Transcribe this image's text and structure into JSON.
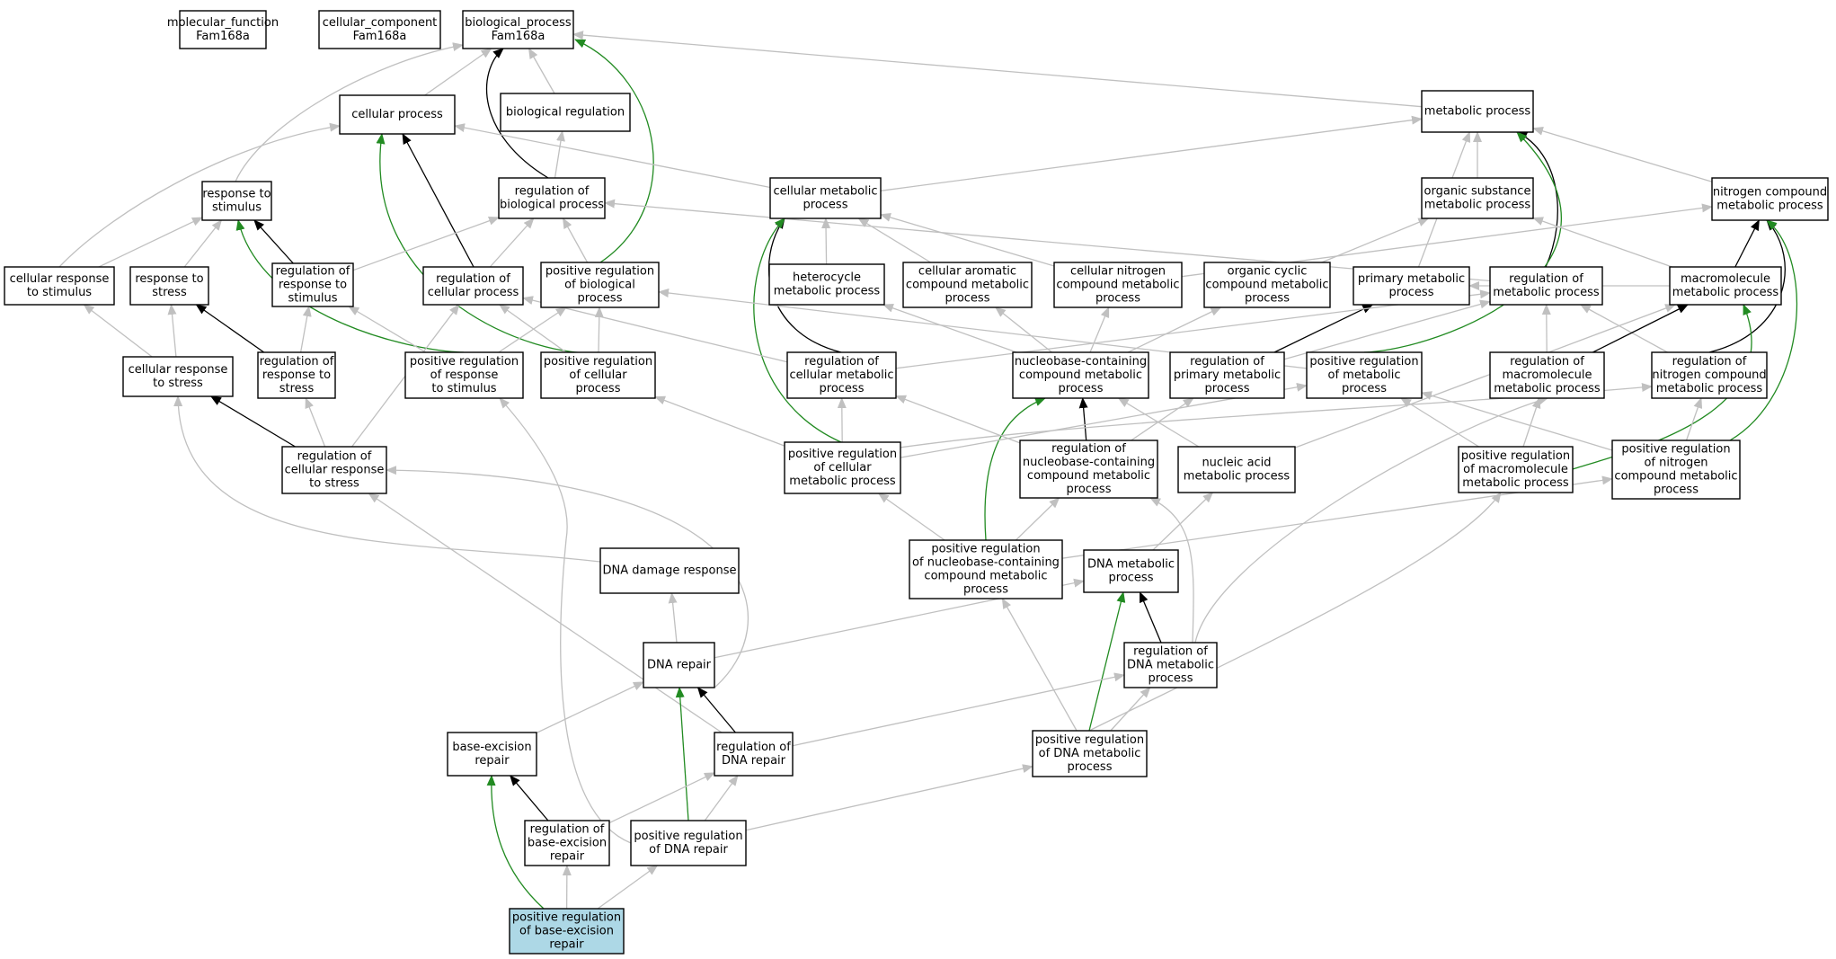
{
  "colors": {
    "is_a": "#c0c0c0",
    "part_of": "#000000",
    "positively_regulates": "#228b22",
    "highlight_fill": "#add8e6"
  },
  "nodes": [
    {
      "id": "mf",
      "lines": [
        "molecular_function",
        "Fam168a"
      ]
    },
    {
      "id": "cc",
      "lines": [
        "cellular_component",
        "Fam168a"
      ]
    },
    {
      "id": "bp",
      "lines": [
        "biological_process",
        "Fam168a"
      ]
    },
    {
      "id": "cp",
      "lines": [
        "cellular process"
      ]
    },
    {
      "id": "breg",
      "lines": [
        "biological regulation"
      ]
    },
    {
      "id": "mp",
      "lines": [
        "metabolic process"
      ]
    },
    {
      "id": "rstim",
      "lines": [
        "response to",
        "stimulus"
      ]
    },
    {
      "id": "rbp",
      "lines": [
        "regulation of",
        "biological process"
      ]
    },
    {
      "id": "cmp",
      "lines": [
        "cellular metabolic",
        "process"
      ]
    },
    {
      "id": "osmp",
      "lines": [
        "organic substance",
        "metabolic process"
      ]
    },
    {
      "id": "ncmp",
      "lines": [
        "nitrogen compound",
        "metabolic process"
      ]
    },
    {
      "id": "crstim",
      "lines": [
        "cellular response",
        "to stimulus"
      ]
    },
    {
      "id": "rstress",
      "lines": [
        "response to",
        "stress"
      ]
    },
    {
      "id": "rrstim",
      "lines": [
        "regulation of",
        "response to",
        "stimulus"
      ]
    },
    {
      "id": "rcp",
      "lines": [
        "regulation of",
        "cellular process"
      ]
    },
    {
      "id": "prbp",
      "lines": [
        "positive regulation",
        "of biological",
        "process"
      ]
    },
    {
      "id": "hmp",
      "lines": [
        "heterocycle",
        "metabolic process"
      ]
    },
    {
      "id": "cacmp",
      "lines": [
        "cellular aromatic",
        "compound metabolic",
        "process"
      ]
    },
    {
      "id": "cncmp",
      "lines": [
        "cellular nitrogen",
        "compound metabolic",
        "process"
      ]
    },
    {
      "id": "occmp",
      "lines": [
        "organic cyclic",
        "compound metabolic",
        "process"
      ]
    },
    {
      "id": "pmp",
      "lines": [
        "primary metabolic",
        "process"
      ]
    },
    {
      "id": "rmp",
      "lines": [
        "regulation of",
        "metabolic process"
      ]
    },
    {
      "id": "mmp",
      "lines": [
        "macromolecule",
        "metabolic process"
      ]
    },
    {
      "id": "crstress",
      "lines": [
        "cellular response",
        "to stress"
      ]
    },
    {
      "id": "rrstress",
      "lines": [
        "regulation of",
        "response to",
        "stress"
      ]
    },
    {
      "id": "prrstim",
      "lines": [
        "positive regulation",
        "of response",
        "to stimulus"
      ]
    },
    {
      "id": "prcp",
      "lines": [
        "positive regulation",
        "of cellular",
        "process"
      ]
    },
    {
      "id": "rcmp",
      "lines": [
        "regulation of",
        "cellular metabolic",
        "process"
      ]
    },
    {
      "id": "nbcmp",
      "lines": [
        "nucleobase-containing",
        "compound metabolic",
        "process"
      ]
    },
    {
      "id": "rpmp",
      "lines": [
        "regulation of",
        "primary metabolic",
        "process"
      ]
    },
    {
      "id": "prmp",
      "lines": [
        "positive regulation",
        "of metabolic",
        "process"
      ]
    },
    {
      "id": "rmmp",
      "lines": [
        "regulation of",
        "macromolecule",
        "metabolic process"
      ]
    },
    {
      "id": "rncmp",
      "lines": [
        "regulation of",
        "nitrogen compound",
        "metabolic process"
      ]
    },
    {
      "id": "rcrstress",
      "lines": [
        "regulation of",
        "cellular response",
        "to stress"
      ]
    },
    {
      "id": "prcmp",
      "lines": [
        "positive regulation",
        "of cellular",
        "metabolic process"
      ]
    },
    {
      "id": "rnbcmp",
      "lines": [
        "regulation of",
        "nucleobase-containing",
        "compound metabolic",
        "process"
      ]
    },
    {
      "id": "namp",
      "lines": [
        "nucleic acid",
        "metabolic process"
      ]
    },
    {
      "id": "prmmp",
      "lines": [
        "positive regulation",
        "of macromolecule",
        "metabolic process"
      ]
    },
    {
      "id": "prncmp",
      "lines": [
        "positive regulation",
        "of nitrogen",
        "compound metabolic",
        "process"
      ]
    },
    {
      "id": "ddr",
      "lines": [
        "DNA damage response"
      ]
    },
    {
      "id": "prnbcmp",
      "lines": [
        "positive regulation",
        "of nucleobase-containing",
        "compound metabolic",
        "process"
      ]
    },
    {
      "id": "dnamp",
      "lines": [
        "DNA metabolic",
        "process"
      ]
    },
    {
      "id": "dnarep",
      "lines": [
        "DNA repair"
      ]
    },
    {
      "id": "rdnamp",
      "lines": [
        "regulation of",
        "DNA metabolic",
        "process"
      ]
    },
    {
      "id": "ber",
      "lines": [
        "base-excision",
        "repair"
      ]
    },
    {
      "id": "rdnarep",
      "lines": [
        "regulation of",
        "DNA repair"
      ]
    },
    {
      "id": "prdnamp",
      "lines": [
        "positive regulation",
        "of DNA metabolic",
        "process"
      ]
    },
    {
      "id": "rber",
      "lines": [
        "regulation of",
        "base-excision",
        "repair"
      ]
    },
    {
      "id": "prdnarep",
      "lines": [
        "positive regulation",
        "of DNA repair"
      ]
    },
    {
      "id": "prber",
      "lines": [
        "positive regulation",
        "of base-excision",
        "repair"
      ],
      "highlight": true
    }
  ],
  "edges": [
    {
      "from": "cp",
      "to": "bp",
      "type": "is_a"
    },
    {
      "from": "breg",
      "to": "bp",
      "type": "is_a"
    },
    {
      "from": "mp",
      "to": "bp",
      "type": "is_a"
    },
    {
      "from": "rstim",
      "to": "bp",
      "type": "is_a"
    },
    {
      "from": "rbp",
      "to": "bp",
      "type": "part_of"
    },
    {
      "from": "prbp",
      "to": "bp",
      "type": "positively_regulates"
    },
    {
      "from": "rbp",
      "to": "breg",
      "type": "is_a"
    },
    {
      "from": "crstim",
      "to": "cp",
      "type": "is_a"
    },
    {
      "from": "cmp",
      "to": "cp",
      "type": "is_a"
    },
    {
      "from": "rcp",
      "to": "cp",
      "type": "part_of"
    },
    {
      "from": "prcp",
      "to": "cp",
      "type": "positively_regulates"
    },
    {
      "from": "cmp",
      "to": "mp",
      "type": "is_a"
    },
    {
      "from": "osmp",
      "to": "mp",
      "type": "is_a"
    },
    {
      "from": "pmp",
      "to": "mp",
      "type": "is_a"
    },
    {
      "from": "ncmp",
      "to": "mp",
      "type": "is_a"
    },
    {
      "from": "rmp",
      "to": "mp",
      "type": "part_of"
    },
    {
      "from": "prmp",
      "to": "mp",
      "type": "positively_regulates"
    },
    {
      "from": "crstim",
      "to": "rstim",
      "type": "is_a"
    },
    {
      "from": "rstress",
      "to": "rstim",
      "type": "is_a"
    },
    {
      "from": "rrstim",
      "to": "rstim",
      "type": "part_of"
    },
    {
      "from": "prrstim",
      "to": "rstim",
      "type": "positively_regulates"
    },
    {
      "from": "rrstim",
      "to": "rbp",
      "type": "is_a"
    },
    {
      "from": "rcp",
      "to": "rbp",
      "type": "is_a"
    },
    {
      "from": "prbp",
      "to": "rbp",
      "type": "is_a"
    },
    {
      "from": "rmp",
      "to": "rbp",
      "type": "is_a"
    },
    {
      "from": "hmp",
      "to": "cmp",
      "type": "is_a"
    },
    {
      "from": "cacmp",
      "to": "cmp",
      "type": "is_a"
    },
    {
      "from": "cncmp",
      "to": "cmp",
      "type": "is_a"
    },
    {
      "from": "rcmp",
      "to": "cmp",
      "type": "part_of"
    },
    {
      "from": "prcmp",
      "to": "cmp",
      "type": "positively_regulates"
    },
    {
      "from": "occmp",
      "to": "osmp",
      "type": "is_a"
    },
    {
      "from": "mmp",
      "to": "osmp",
      "type": "is_a"
    },
    {
      "from": "cncmp",
      "to": "ncmp",
      "type": "is_a"
    },
    {
      "from": "mmp",
      "to": "ncmp",
      "type": "part_of"
    },
    {
      "from": "rncmp",
      "to": "ncmp",
      "type": "part_of"
    },
    {
      "from": "prncmp",
      "to": "ncmp",
      "type": "positively_regulates"
    },
    {
      "from": "crstress",
      "to": "crstim",
      "type": "is_a"
    },
    {
      "from": "crstress",
      "to": "rstress",
      "type": "is_a"
    },
    {
      "from": "rrstress",
      "to": "rstress",
      "type": "part_of"
    },
    {
      "from": "rrstress",
      "to": "rrstim",
      "type": "is_a"
    },
    {
      "from": "prrstim",
      "to": "rrstim",
      "type": "is_a"
    },
    {
      "from": "rcrstress",
      "to": "rcp",
      "type": "is_a"
    },
    {
      "from": "prcp",
      "to": "rcp",
      "type": "is_a"
    },
    {
      "from": "rcmp",
      "to": "rcp",
      "type": "is_a"
    },
    {
      "from": "prrstim",
      "to": "prbp",
      "type": "is_a"
    },
    {
      "from": "prcp",
      "to": "prbp",
      "type": "is_a"
    },
    {
      "from": "prmp",
      "to": "prbp",
      "type": "is_a"
    },
    {
      "from": "nbcmp",
      "to": "hmp",
      "type": "is_a"
    },
    {
      "from": "nbcmp",
      "to": "cacmp",
      "type": "is_a"
    },
    {
      "from": "nbcmp",
      "to": "cncmp",
      "type": "is_a"
    },
    {
      "from": "nbcmp",
      "to": "occmp",
      "type": "is_a"
    },
    {
      "from": "mmp",
      "to": "pmp",
      "type": "is_a"
    },
    {
      "from": "rpmp",
      "to": "pmp",
      "type": "part_of"
    },
    {
      "from": "rcmp",
      "to": "rmp",
      "type": "is_a"
    },
    {
      "from": "rpmp",
      "to": "rmp",
      "type": "is_a"
    },
    {
      "from": "rmmp",
      "to": "rmp",
      "type": "is_a"
    },
    {
      "from": "rncmp",
      "to": "rmp",
      "type": "is_a"
    },
    {
      "from": "rmmp",
      "to": "mmp",
      "type": "part_of"
    },
    {
      "from": "namp",
      "to": "mmp",
      "type": "is_a"
    },
    {
      "from": "prmmp",
      "to": "mmp",
      "type": "positively_regulates"
    },
    {
      "from": "rcrstress",
      "to": "crstress",
      "type": "part_of"
    },
    {
      "from": "rcrstress",
      "to": "rrstress",
      "type": "is_a"
    },
    {
      "from": "prcmp",
      "to": "prcp",
      "type": "is_a"
    },
    {
      "from": "prcmp",
      "to": "rcmp",
      "type": "is_a"
    },
    {
      "from": "rnbcmp",
      "to": "rcmp",
      "type": "is_a"
    },
    {
      "from": "rnbcmp",
      "to": "nbcmp",
      "type": "part_of"
    },
    {
      "from": "namp",
      "to": "nbcmp",
      "type": "is_a"
    },
    {
      "from": "prnbcmp",
      "to": "nbcmp",
      "type": "positively_regulates"
    },
    {
      "from": "rnbcmp",
      "to": "rpmp",
      "type": "is_a"
    },
    {
      "from": "prcmp",
      "to": "prmp",
      "type": "is_a"
    },
    {
      "from": "prmmp",
      "to": "prmp",
      "type": "is_a"
    },
    {
      "from": "prmmp",
      "to": "rmmp",
      "type": "is_a"
    },
    {
      "from": "rdnamp",
      "to": "rmmp",
      "type": "is_a"
    },
    {
      "from": "prncmp",
      "to": "rncmp",
      "type": "is_a"
    },
    {
      "from": "prncmp",
      "to": "prmp",
      "type": "is_a"
    },
    {
      "from": "prcmp",
      "to": "rncmp",
      "type": "is_a"
    },
    {
      "from": "dnarep",
      "to": "rcrstress",
      "type": "is_a"
    },
    {
      "from": "rdnarep",
      "to": "rcrstress",
      "type": "is_a"
    },
    {
      "from": "prnbcmp",
      "to": "prcmp",
      "type": "is_a"
    },
    {
      "from": "prnbcmp",
      "to": "rnbcmp",
      "type": "is_a"
    },
    {
      "from": "prnbcmp",
      "to": "prncmp",
      "type": "is_a"
    },
    {
      "from": "rdnamp",
      "to": "rnbcmp",
      "type": "is_a"
    },
    {
      "from": "dnamp",
      "to": "namp",
      "type": "is_a"
    },
    {
      "from": "prdnamp",
      "to": "prmmp",
      "type": "is_a"
    },
    {
      "from": "ddr",
      "to": "crstress",
      "type": "is_a"
    },
    {
      "from": "dnarep",
      "to": "ddr",
      "type": "is_a"
    },
    {
      "from": "dnarep",
      "to": "dnamp",
      "type": "is_a"
    },
    {
      "from": "rdnamp",
      "to": "dnamp",
      "type": "part_of"
    },
    {
      "from": "prdnamp",
      "to": "dnamp",
      "type": "positively_regulates"
    },
    {
      "from": "ber",
      "to": "dnarep",
      "type": "is_a"
    },
    {
      "from": "rdnarep",
      "to": "dnarep",
      "type": "part_of"
    },
    {
      "from": "prdnarep",
      "to": "dnarep",
      "type": "positively_regulates"
    },
    {
      "from": "rdnarep",
      "to": "rdnamp",
      "type": "is_a"
    },
    {
      "from": "prdnamp",
      "to": "rdnamp",
      "type": "is_a"
    },
    {
      "from": "prdnamp",
      "to": "prnbcmp",
      "type": "is_a"
    },
    {
      "from": "rber",
      "to": "ber",
      "type": "part_of"
    },
    {
      "from": "prber",
      "to": "ber",
      "type": "positively_regulates"
    },
    {
      "from": "rber",
      "to": "rdnarep",
      "type": "is_a"
    },
    {
      "from": "prdnarep",
      "to": "rdnarep",
      "type": "is_a"
    },
    {
      "from": "prdnarep",
      "to": "prrstim",
      "type": "is_a"
    },
    {
      "from": "prdnarep",
      "to": "prdnamp",
      "type": "is_a"
    },
    {
      "from": "prber",
      "to": "rber",
      "type": "is_a"
    },
    {
      "from": "prber",
      "to": "prdnarep",
      "type": "is_a"
    }
  ]
}
